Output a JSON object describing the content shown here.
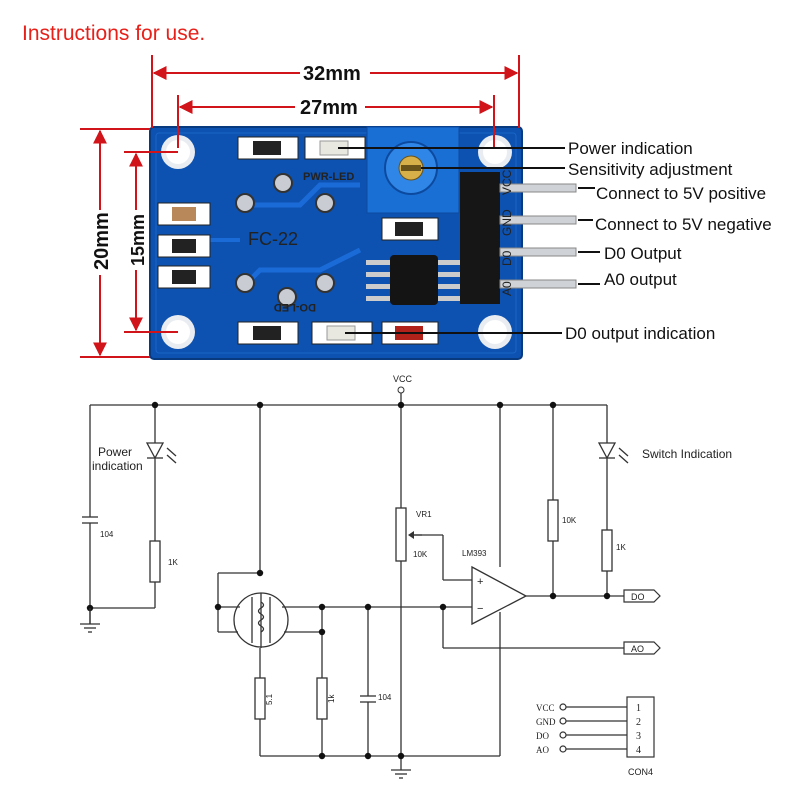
{
  "heading": "Instructions for use.",
  "dimensions": {
    "width_outer": "32mm",
    "width_inner": "27mm",
    "height_outer": "20mm",
    "height_inner": "15mm"
  },
  "board": {
    "model": "FC-22",
    "pwr_led": "PWR-LED",
    "do_led": "DO-LED",
    "pins": [
      "V",
      "G",
      "D",
      "A"
    ],
    "pin_extra": [
      "CC",
      "ND",
      "0",
      "0"
    ]
  },
  "callouts": {
    "power": "Power indication",
    "sensitivity": "Sensitivity adjustment",
    "vcc": "Connect to 5V positive",
    "gnd": "Connect to 5V negative",
    "d0": "D0 Output",
    "a0": "A0 output",
    "d0_led": "D0 output indication"
  },
  "schematic": {
    "vcc": "VCC",
    "power_label": "Power",
    "power_label2": "indication",
    "switch_label": "Switch Indication",
    "cap1": "104",
    "r1": "1K",
    "vr": "VR1",
    "vr_val": "10K",
    "ic": "LM393",
    "r_pull": "10K",
    "r_led": "1K",
    "r_load": "5.1",
    "r_1k": "1k",
    "cap2": "104",
    "do_tag": "DO",
    "ao_tag": "AO",
    "plus": "+",
    "minus": "−"
  },
  "connector": {
    "labels": [
      "VCC",
      "GND",
      "DO",
      "AO"
    ],
    "numbers": [
      "1",
      "2",
      "3",
      "4"
    ],
    "name": "CON4"
  },
  "colors": {
    "heading": "#e8201a",
    "dimension_lines": "#d0141a",
    "board": "#0d52b0",
    "pot": "#1a6fd4"
  }
}
